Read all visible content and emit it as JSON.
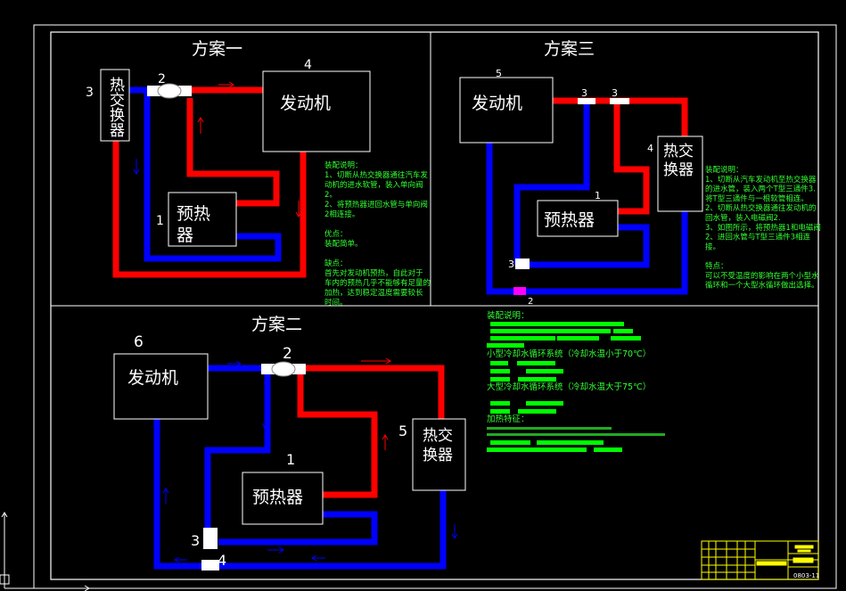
{
  "colors": {
    "hot_pipe": "#ff0000",
    "cold_pipe": "#0000ff",
    "note_text": "#33ff33",
    "line": "#ffffff",
    "title_block": "#ffff00"
  },
  "scheme1": {
    "title": "方案一",
    "heat_exchanger": "热交换器",
    "heat_exchanger_label": "3",
    "valve_label": "2",
    "engine": "发动机",
    "engine_label": "4",
    "preheater_line1": "预热",
    "preheater_line2": "器",
    "preheater_label": "1",
    "notes": [
      "装配说明：",
      "1、切断从热交换器通往汽车发",
      "动机的进水软管，装入单向阀",
      "2。",
      "2、将预热器进回水管与单向阀",
      "2相连接。",
      "",
      "优点：",
      "装配简单。",
      "",
      "缺点：",
      "首先对发动机预热，自此对于",
      "车内的预热几乎不能够有足量的",
      "加热，达到稳定温度需要较长",
      "时间。"
    ]
  },
  "scheme3": {
    "title": "方案三",
    "engine": "发动机",
    "engine_label": "5",
    "heat_exchanger_line1": "热交",
    "heat_exchanger_line2": "换器",
    "heat_exchanger_label": "4",
    "preheater": "预热器",
    "preheater_label": "1",
    "tee_label_a": "3",
    "tee_label_b": "3",
    "tee_label_c": "3",
    "valve_label": "2",
    "notes": [
      "装配说明：",
      "1、切断从汽车发动机至热交换器",
      "的进水管，装入两个T型三通件3.",
      "将T型三通件与一根软管相连。",
      "2、切断从热交换器通往发动机的",
      "回水管，装入电磁阀2.",
      "3、如图所示，将预热器1和电磁阀",
      "2、进回水管与T型三通件3相连",
      "接。",
      "",
      "特点：",
      "可以不受温度的影响在两个小型水",
      "循环和一个大型水循环做出选择。"
    ]
  },
  "scheme2": {
    "title": "方案二",
    "engine": "发动机",
    "engine_label": "6",
    "valve_label": "2",
    "heat_exchanger_line1": "热交",
    "heat_exchanger_line2": "换器",
    "heat_exchanger_label": "5",
    "preheater": "预热器",
    "preheater_label": "1",
    "tee_label": "3",
    "valve2_label": "4",
    "notes": {
      "heading": "装配说明：",
      "small_loop": "小型冷却水循环系统（冷却水温小于70℃）",
      "large_loop": "大型冷却水循环系统（冷却水温大于75℃）",
      "features": "加热特征："
    }
  },
  "title_block": {
    "drawing_number": "0803-11"
  }
}
